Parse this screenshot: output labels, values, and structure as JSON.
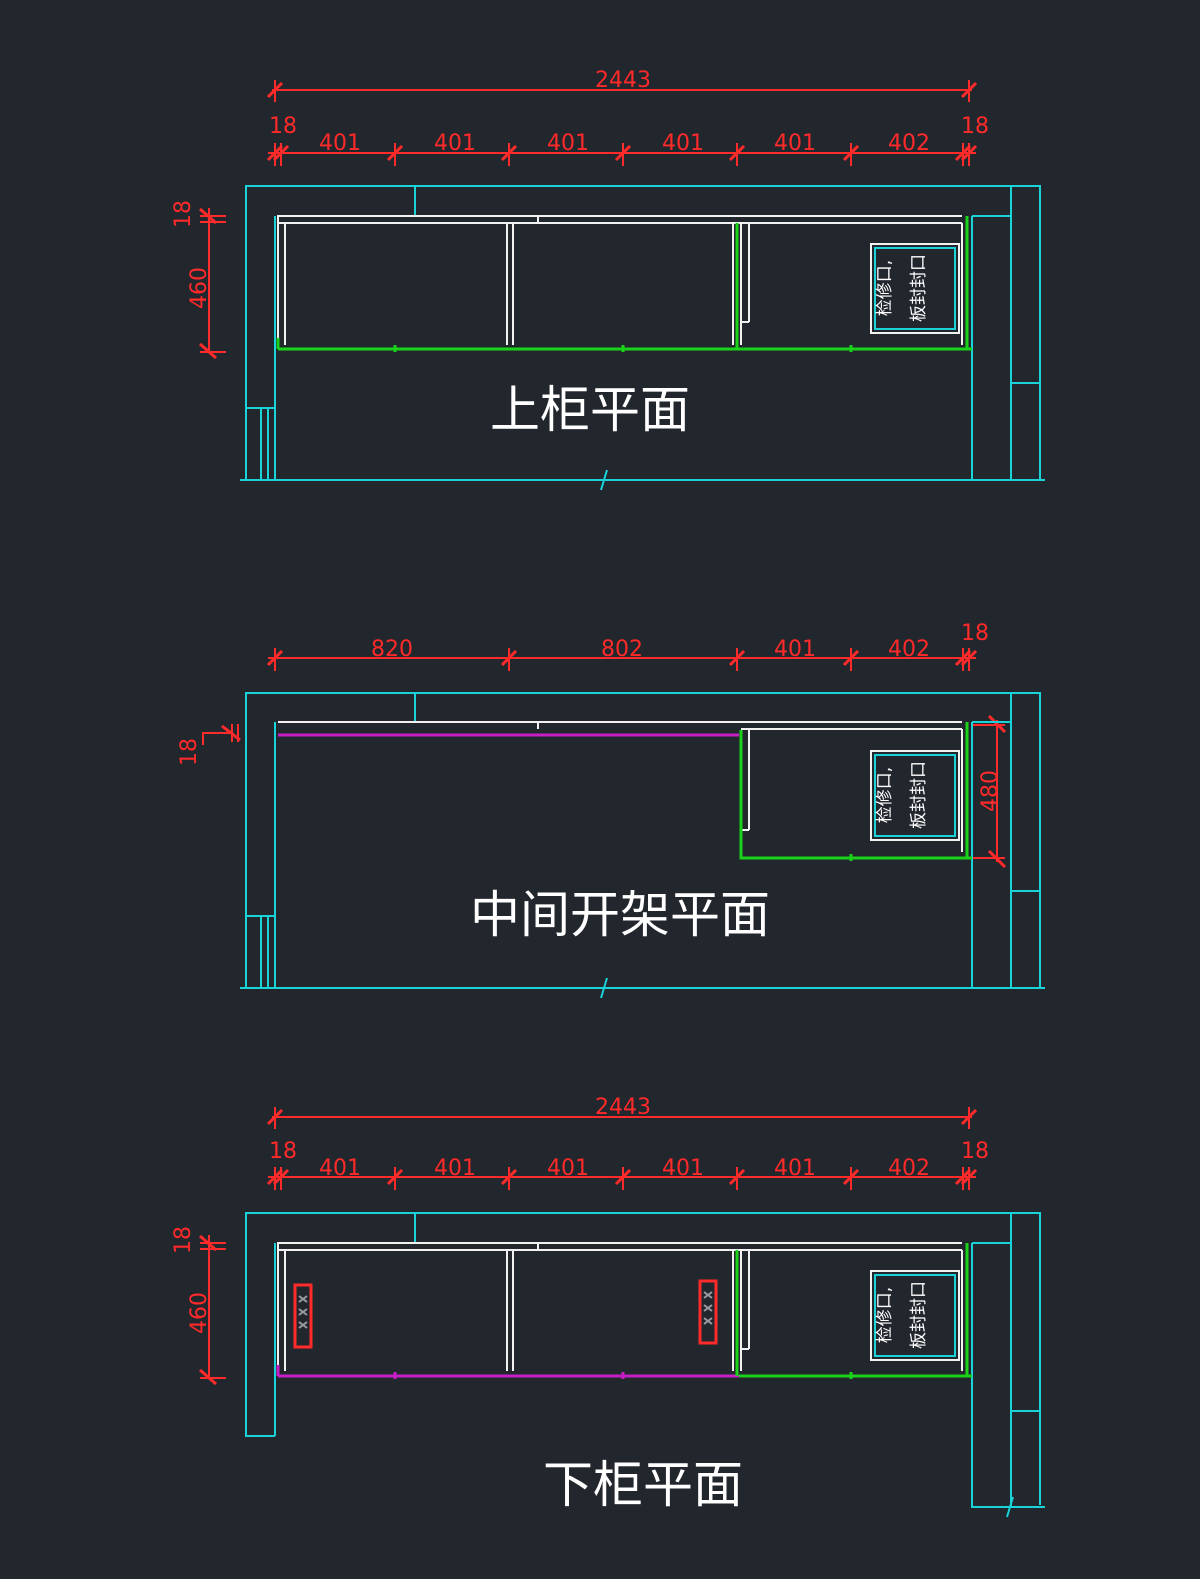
{
  "panels": [
    {
      "title": "上柜平面",
      "dims": {
        "total": "2443",
        "left_end": "18",
        "right_end": "18",
        "segments": [
          "401",
          "401",
          "401",
          "401",
          "401",
          "402"
        ],
        "vertical_top": "18",
        "vertical_depth": "460"
      },
      "note_line1": "检修口,",
      "note_line2": "板封封口"
    },
    {
      "title": "中间开架平面",
      "dims": {
        "right_end": "18",
        "segments": [
          "820",
          "802",
          "401",
          "402"
        ],
        "vertical_top": "18",
        "right_depth": "480"
      },
      "note_line1": "检修口,",
      "note_line2": "板封封口"
    },
    {
      "title": "下柜平面",
      "dims": {
        "total": "2443",
        "left_end": "18",
        "right_end": "18",
        "segments": [
          "401",
          "401",
          "401",
          "401",
          "401",
          "402"
        ],
        "vertical_top": "18",
        "vertical_depth": "460"
      },
      "note_line1": "检修口,",
      "note_line2": "板封封口"
    }
  ],
  "colors": {
    "background": "#22262d",
    "dimension": "#ff2a2a",
    "wall": "#19d3d8",
    "panel": "#f2f2f2",
    "shelf": "#19d219",
    "open_shelf": "#c81ec8"
  }
}
